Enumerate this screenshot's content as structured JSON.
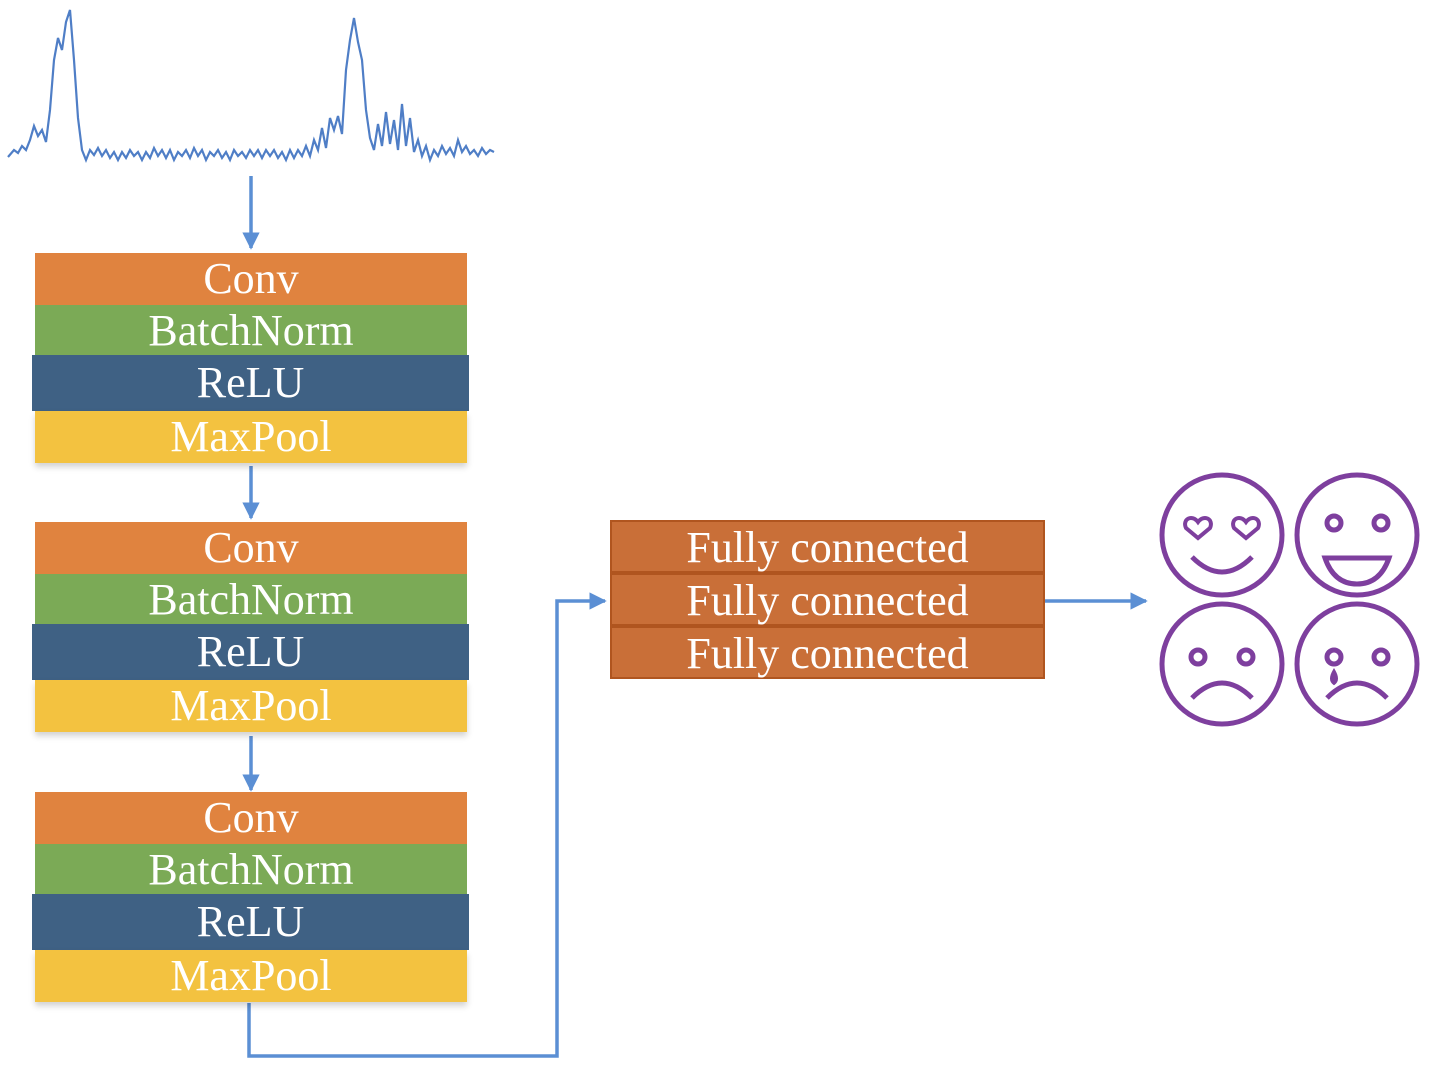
{
  "input": {
    "signal_icon": "waveform-icon"
  },
  "blocks": [
    {
      "layers": [
        "Conv",
        "BatchNorm",
        "ReLU",
        "MaxPool"
      ]
    },
    {
      "layers": [
        "Conv",
        "BatchNorm",
        "ReLU",
        "MaxPool"
      ]
    },
    {
      "layers": [
        "Conv",
        "BatchNorm",
        "ReLU",
        "MaxPool"
      ]
    }
  ],
  "fully_connected": [
    "Fully connected",
    "Fully connected",
    "Fully connected"
  ],
  "outputs": {
    "icons": [
      "heart-eyes-face-icon",
      "grinning-face-icon",
      "sad-face-icon",
      "crying-face-icon"
    ]
  },
  "colors": {
    "conv": "#E0833F",
    "batchnorm": "#7BAA56",
    "relu": "#3F6184",
    "maxpool": "#F3C240",
    "fully_connected": "#C96F38",
    "arrow": "#5B8FD4",
    "signal": "#4F7EC6",
    "emoji": "#7E3F9E"
  }
}
